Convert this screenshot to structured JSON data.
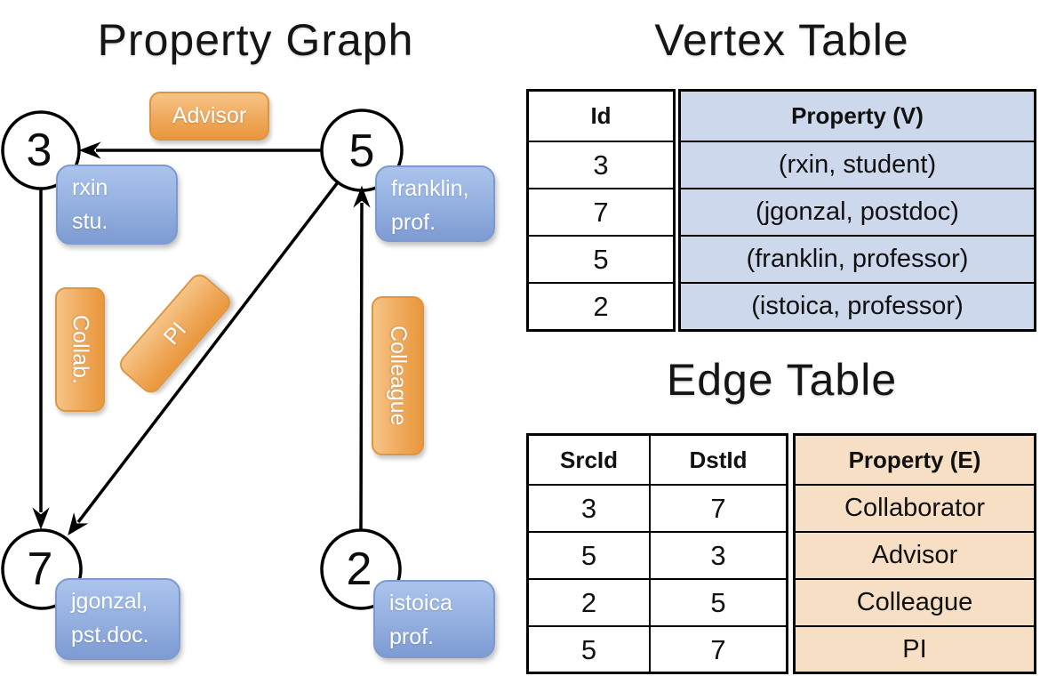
{
  "titles": {
    "graph": "Property Graph",
    "vertex": "Vertex Table",
    "edge": "Edge Table"
  },
  "colors": {
    "edge_label_orange": "#EA9B42",
    "vertex_label_blue": "#8FACDE",
    "vertex_property_bg": "#CDD8EC",
    "edge_property_bg": "#F6DFC4",
    "line_black": "#000000"
  },
  "graph": {
    "nodes": [
      {
        "id": "3",
        "property": "rxin\nstu."
      },
      {
        "id": "5",
        "property": "franklin,\nprof."
      },
      {
        "id": "7",
        "property": "jgonzal,\npst.doc."
      },
      {
        "id": "2",
        "property": "istoica\nprof."
      }
    ],
    "edge_labels": [
      {
        "text": "Advisor"
      },
      {
        "text": "Collab."
      },
      {
        "text": "PI"
      },
      {
        "text": "Colleague"
      }
    ]
  },
  "vertex_table": {
    "headers": {
      "id": "Id",
      "property": "Property (V)"
    },
    "rows": [
      {
        "id": "3",
        "property": "(rxin, student)"
      },
      {
        "id": "7",
        "property": "(jgonzal, postdoc)"
      },
      {
        "id": "5",
        "property": "(franklin, professor)"
      },
      {
        "id": "2",
        "property": "(istoica, professor)"
      }
    ]
  },
  "edge_table": {
    "headers": {
      "src": "SrcId",
      "dst": "DstId",
      "property": "Property (E)"
    },
    "rows": [
      {
        "src": "3",
        "dst": "7",
        "property": "Collaborator"
      },
      {
        "src": "5",
        "dst": "3",
        "property": "Advisor"
      },
      {
        "src": "2",
        "dst": "5",
        "property": "Colleague"
      },
      {
        "src": "5",
        "dst": "7",
        "property": "PI"
      }
    ]
  }
}
